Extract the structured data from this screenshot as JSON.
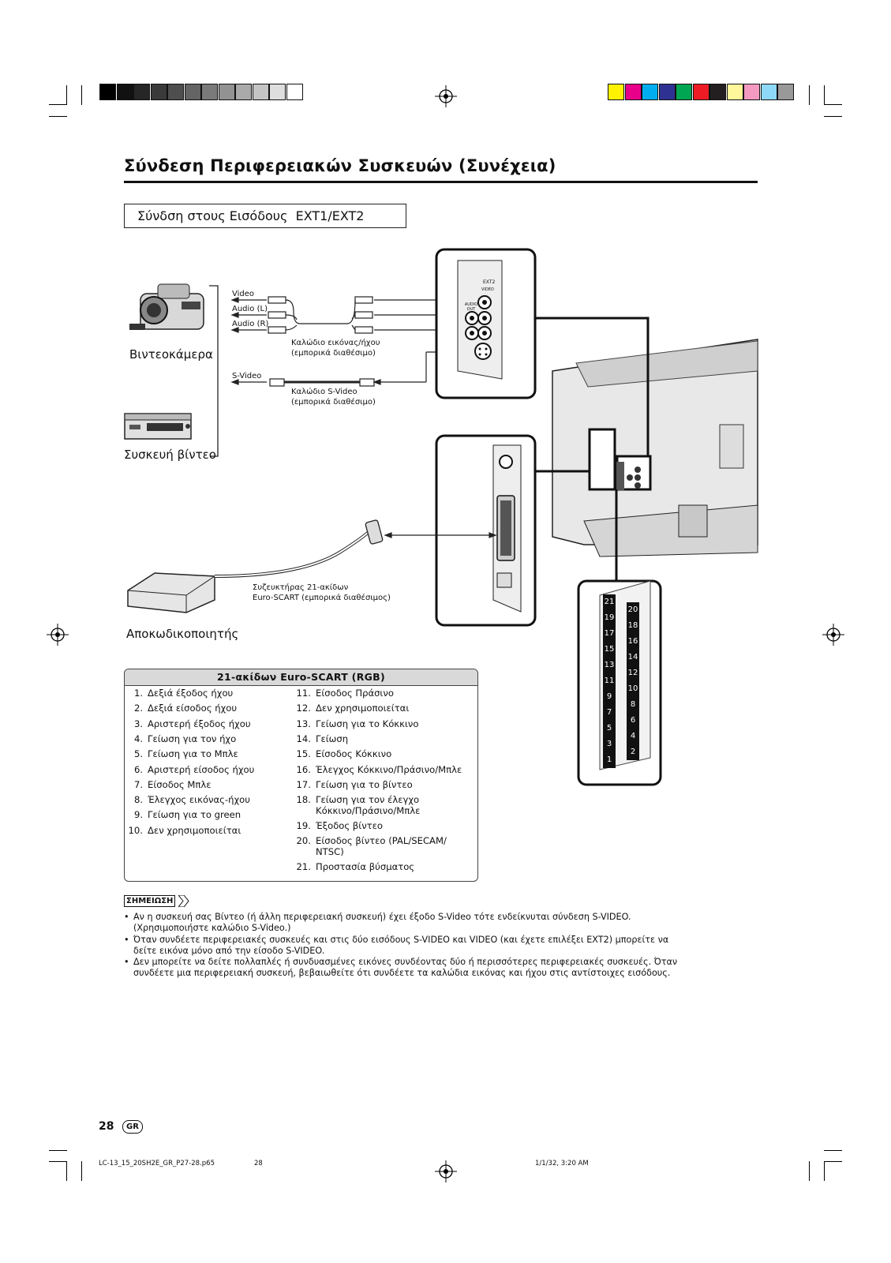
{
  "header": {
    "title": "Σύνδεση Περιφερειακών Συσκευών (Συνέχεια)",
    "subtitle": "Σύνδση στους Εισόδους  EXT1/EXT2"
  },
  "colors": {
    "gray_bar": [
      "#000000",
      "#111111",
      "#262626",
      "#3a3a3a",
      "#4e4e4e",
      "#646464",
      "#7a7a7a",
      "#929292",
      "#aaaaaa",
      "#c4c4c4",
      "#dedede",
      "#ffffff"
    ],
    "color_bar": [
      "#fff200",
      "#e8008a",
      "#00aeef",
      "#2e3192",
      "#00a651",
      "#ed1c24",
      "#231f20",
      "#fff799",
      "#f49ac1",
      "#8ed8f8",
      "#999999"
    ]
  },
  "diagram": {
    "devices": {
      "camcorder": "Βιντεοκάμερα",
      "vcr": "Συσκευή βίντεο",
      "decoder": "Αποκωδικοποιητής"
    },
    "cable_labels": {
      "video": "Video",
      "audio_l": "Audio (L)",
      "audio_r": "Audio (R)",
      "svideo": "S-Video"
    },
    "cables": {
      "av_cable": "Καλώδιο εικόνας/ήχου",
      "av_cable_note": "(εμπορικά διαθέσιμο)",
      "svideo_cable": "Καλώδιο S-Video",
      "svideo_cable_note": "(εμπορικά διαθέσιμο)",
      "scart_line1": "Συζευκτήρας 21-ακίδων",
      "scart_line2": "Euro-SCART (εμπορικά διαθέσιμος)"
    },
    "panel_text": {
      "ext2": "EXT2",
      "video": "VIDEO",
      "audio_out": "AUDIO OUT"
    },
    "scart_pins_left": [
      "21",
      "19",
      "17",
      "15",
      "13",
      "11",
      "9",
      "7",
      "5",
      "3",
      "1"
    ],
    "scart_pins_right": [
      "20",
      "18",
      "16",
      "14",
      "12",
      "10",
      "8",
      "6",
      "4",
      "2"
    ]
  },
  "pin_table": {
    "title": "21-ακίδων Euro-SCART (RGB)",
    "left": [
      {
        "num": "1.",
        "text": "Δεξιά έξοδος ήχου"
      },
      {
        "num": "2.",
        "text": "Δεξιά είσοδος ήχου"
      },
      {
        "num": "3.",
        "text": "Αριστερή έξοδος ήχου"
      },
      {
        "num": "4.",
        "text": "Γείωση για τον ήχο"
      },
      {
        "num": "5.",
        "text": "Γείωση για το Μπλε"
      },
      {
        "num": "6.",
        "text": "Αριστερή είσοδος ήχου"
      },
      {
        "num": "7.",
        "text": "Είσοδος Μπλε"
      },
      {
        "num": "8.",
        "text": "Έλεγχος εικόνας-ήχου"
      },
      {
        "num": "9.",
        "text": "Γείωση για το green"
      },
      {
        "num": "10.",
        "text": "Δεν χρησιμοποιείται"
      }
    ],
    "right": [
      {
        "num": "11.",
        "text": "Είσοδος Πράσινο"
      },
      {
        "num": "12.",
        "text": "Δεν χρησιμοποιείται"
      },
      {
        "num": "13.",
        "text": "Γείωση για το Κόκκινο"
      },
      {
        "num": "14.",
        "text": "Γείωση"
      },
      {
        "num": "15.",
        "text": "Είσοδος Κόκκινο"
      },
      {
        "num": "16.",
        "text": "Έλεγχος Κόκκινο/Πράσινο/Μπλε"
      },
      {
        "num": "17.",
        "text": "Γείωση για το βίντεο"
      },
      {
        "num": "18.",
        "text": "Γείωση για τον έλεγχο",
        "text2": "Κόκκινο/Πράσινο/Μπλε"
      },
      {
        "num": "19.",
        "text": "Έξοδος βίντεο"
      },
      {
        "num": "20.",
        "text": "Είσοδος βίντεο (PAL/SECAM/",
        "text2": "NTSC)"
      },
      {
        "num": "21.",
        "text": "Προστασία βύσματος"
      }
    ]
  },
  "notes": {
    "label": "ΣΗΜΕΙΩΣΗ",
    "items": [
      {
        "line1": "Αν η συσκευή σας Βίντεο (ή άλλη περιφερειακή συσκευή) έχει έξοδο S-Video τότε ενδείκνυται σύνδεση S-VIDEO.",
        "line2": "(Χρησιμοποιήστε καλώδιο S-Video.)"
      },
      {
        "line1": "Όταν συνδέετε περιφερειακές συσκευές και στις δύο εισόδους S-VIDEO και VIDEO (και έχετε επιλέξει EXT2) μπορείτε να",
        "line2": "δείτε εικόνα μόνο από την είσοδο S-VIDEO."
      },
      {
        "line1": "Δεν μπορείτε να δείτε πολλαπλές ή συνδυασμένες εικόνες συνδέοντας δύο ή περισσότερες περιφερειακές συσκευές. Όταν",
        "line2": "συνδέετε μια περιφερειακή συσκευή, βεβαιωθείτε ότι συνδέετε τα καλώδια εικόνας και ήχου στις αντίστοιχες εισόδους."
      }
    ]
  },
  "footer": {
    "page_number": "28",
    "lang_badge": "GR",
    "file": "LC-13_15_20SH2E_GR_P27-28.p65",
    "file_page": "28",
    "timestamp": "1/1/32, 3:20 AM"
  }
}
